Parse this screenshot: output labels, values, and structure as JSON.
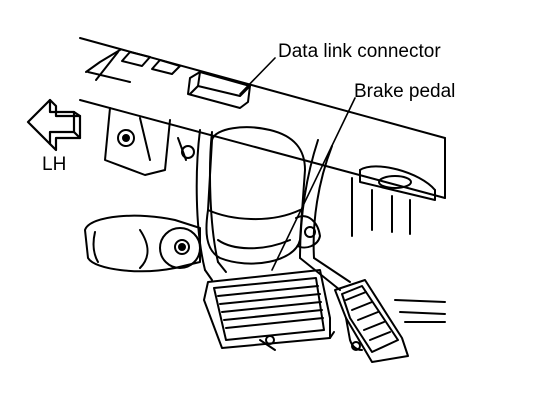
{
  "labels": {
    "data_link_connector": "Data link connector",
    "brake_pedal": "Brake pedal",
    "direction": "LH"
  },
  "icons": {
    "direction_arrow": "arrow-left-icon"
  },
  "colors": {
    "line": "#000000",
    "background": "#ffffff"
  }
}
